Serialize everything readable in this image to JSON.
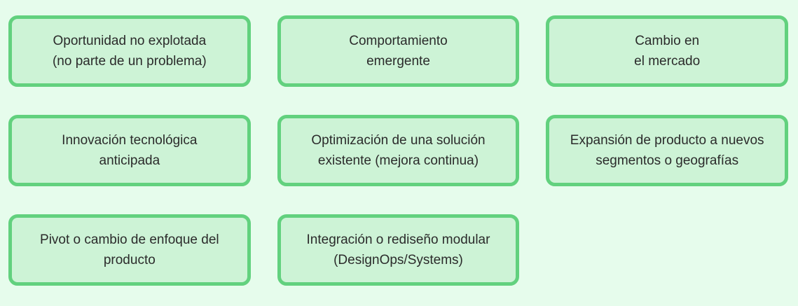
{
  "colors": {
    "background": "#e6fcec",
    "card_fill": "#cdf3d6",
    "card_border": "#62d17e",
    "text": "#2b2b2b"
  },
  "cards": [
    {
      "id": "oportunidad-no-explotada",
      "text": "Oportunidad no explotada\n(no parte de un problema)"
    },
    {
      "id": "comportamiento-emergente",
      "text": "Comportamiento\nemergente"
    },
    {
      "id": "cambio-en-el-mercado",
      "text": "Cambio en\nel mercado"
    },
    {
      "id": "innovacion-tecnologica-anticipada",
      "text": "Innovación tecnológica\nanticipada"
    },
    {
      "id": "optimizacion-solucion-existente",
      "text": "Optimización de una solución\nexistente (mejora continua)"
    },
    {
      "id": "expansion-producto-segmentos",
      "text": "Expansión de producto a nuevos\nsegmentos o geografías"
    },
    {
      "id": "pivot-cambio-enfoque",
      "text": "Pivot o cambio de enfoque del\nproducto"
    },
    {
      "id": "integracion-rediseno-modular",
      "text": "Integración o rediseño modular\n(DesignOps/Systems)"
    }
  ]
}
